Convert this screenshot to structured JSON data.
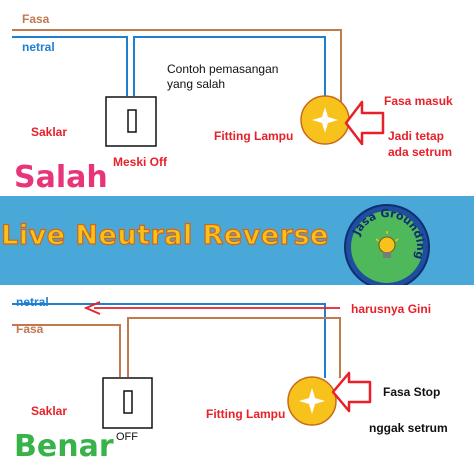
{
  "title": "Live Neutral Reverse",
  "badge": {
    "text": "Jasa Grounding"
  },
  "colors": {
    "phase": "#c07a4e",
    "neutral": "#1f7fd0",
    "label_red": "#e8202a",
    "lamp": "#f7c21b",
    "salah": "#e8357a",
    "benar": "#37b34a"
  },
  "wrong": {
    "heading": "Salah",
    "fasa": "Fasa",
    "netral": "netral",
    "caption_line1": "Contoh pemasangan",
    "caption_line2": "yang salah",
    "saklar": "Saklar",
    "meski_off": "Meski Off",
    "fitting": "Fitting Lampu",
    "fasa_masuk": "Fasa masuk",
    "jadi_tetap": "Jadi tetap",
    "ada_setrum": "ada setrum"
  },
  "right": {
    "heading": "Benar",
    "off": "OFF",
    "netral": "netral",
    "fasa": "Fasa",
    "harusnya": "harusnya Gini",
    "saklar": "Saklar",
    "fitting": "Fitting Lampu",
    "fasa_stop": "Fasa Stop",
    "nggak": "nggak setrum"
  }
}
